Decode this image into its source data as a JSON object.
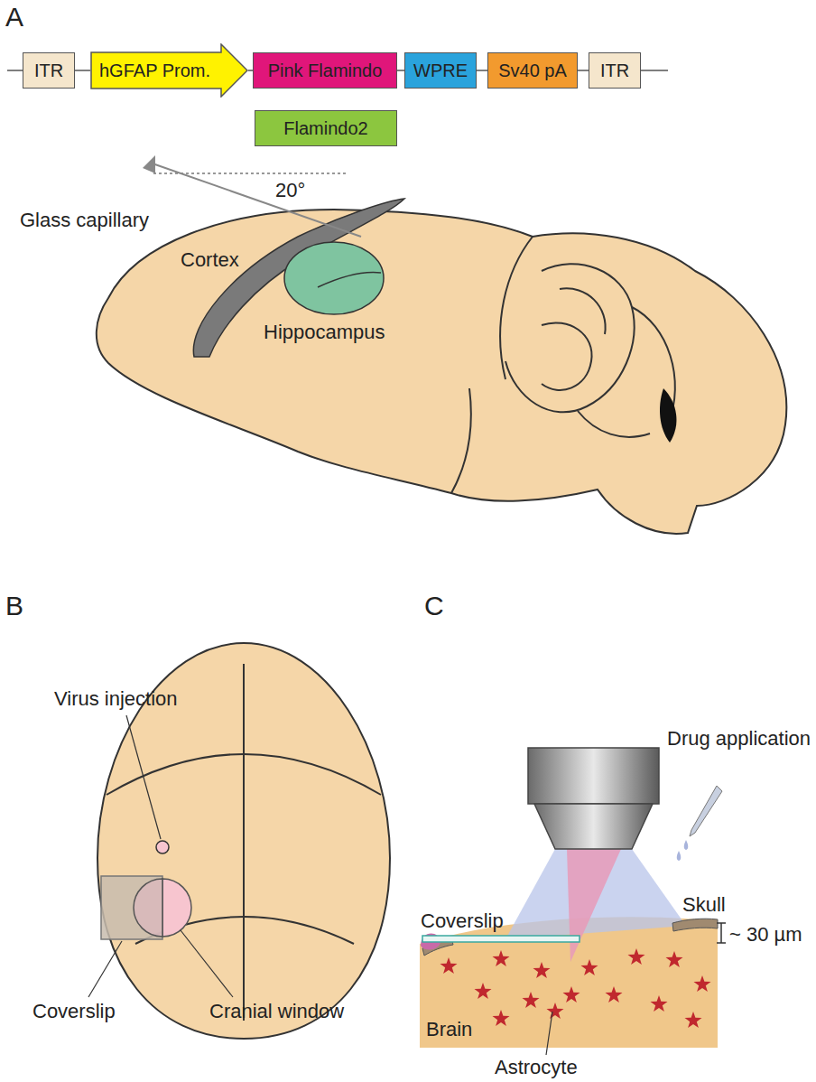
{
  "diagram": {
    "nodes": [
      {
        "text": [
          "ITR"
        ]
      },
      {
        "text": [
          "hGFAP Prom."
        ]
      },
      {
        "text": [
          "Pink Flamindo"
        ]
      },
      {
        "text": [
          "WPRE"
        ]
      },
      {
        "text": [
          "Sv40 pA"
        ]
      },
      {
        "text": [
          "ITR"
        ]
      },
      {
        "text": [
          "Flamindo2"
        ]
      }
    ],
    "edges": [
      {
        "from": 0,
        "to": 1,
        "arrow": "none"
      },
      {
        "from": 1,
        "to": 2,
        "arrow": "none"
      },
      {
        "from": 2,
        "to": 3,
        "arrow": "none"
      },
      {
        "from": 3,
        "to": 4,
        "arrow": "none"
      },
      {
        "from": 4,
        "to": 5,
        "arrow": "none"
      }
    ],
    "labels": [
      "A",
      "Glass capillary",
      "20°",
      "Cortex",
      "Hippocampus",
      "B",
      "C",
      "Virus injection",
      "Coverslip",
      "Cranial window",
      "Drug application",
      "Coverslip",
      "Skull",
      "~ 30 µm",
      "Brain",
      "Astrocyte"
    ]
  }
}
